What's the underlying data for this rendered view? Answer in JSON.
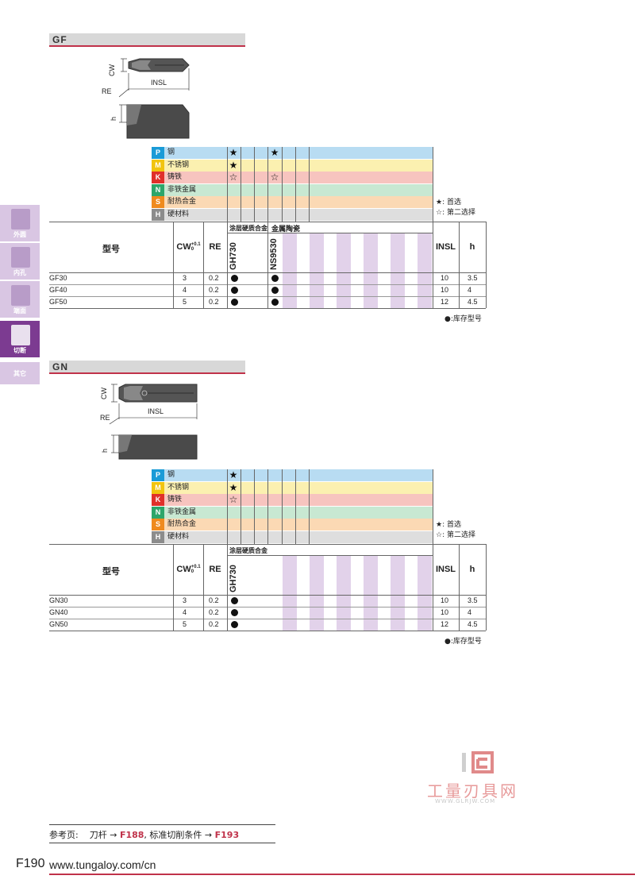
{
  "sections": [
    {
      "name": "GF",
      "materials": [
        {
          "code": "P",
          "name": "钢",
          "color": "#1a9bd7",
          "bg": "#b8dcf2",
          "c1": "★",
          "c2": "★"
        },
        {
          "code": "M",
          "name": "不锈钢",
          "color": "#f1c40f",
          "bg": "#fbf0b0",
          "c1": "★",
          "c2": ""
        },
        {
          "code": "K",
          "name": "铸铁",
          "color": "#e0302a",
          "bg": "#f7c4bf",
          "c1": "☆",
          "c2": "☆"
        },
        {
          "code": "N",
          "name": "非铁金属",
          "color": "#2da66a",
          "bg": "#c8e8d2",
          "c1": "",
          "c2": ""
        },
        {
          "code": "S",
          "name": "耐热合金",
          "color": "#ef8a1e",
          "bg": "#fbd9b4",
          "c1": "",
          "c2": ""
        },
        {
          "code": "H",
          "name": "硬材料",
          "color": "#8c8c8c",
          "bg": "#dedede",
          "c1": "",
          "c2": ""
        }
      ],
      "categories": [
        "涂层硬质合金",
        "金属陶瓷"
      ],
      "grades": [
        "GH730",
        "NS9530"
      ],
      "rows": [
        {
          "model": "GF30",
          "cw": "3",
          "re": "0.2",
          "insl": "10",
          "h": "3.5"
        },
        {
          "model": "GF40",
          "cw": "4",
          "re": "0.2",
          "insl": "10",
          "h": "4"
        },
        {
          "model": "GF50",
          "cw": "5",
          "re": "0.2",
          "insl": "12",
          "h": "4.5"
        }
      ]
    },
    {
      "name": "GN",
      "materials": [
        {
          "code": "P",
          "name": "钢",
          "color": "#1a9bd7",
          "bg": "#b8dcf2",
          "c1": "★",
          "c2": ""
        },
        {
          "code": "M",
          "name": "不锈钢",
          "color": "#f1c40f",
          "bg": "#fbf0b0",
          "c1": "★",
          "c2": ""
        },
        {
          "code": "K",
          "name": "铸铁",
          "color": "#e0302a",
          "bg": "#f7c4bf",
          "c1": "☆",
          "c2": ""
        },
        {
          "code": "N",
          "name": "非铁金属",
          "color": "#2da66a",
          "bg": "#c8e8d2",
          "c1": "",
          "c2": ""
        },
        {
          "code": "S",
          "name": "耐热合金",
          "color": "#ef8a1e",
          "bg": "#fbd9b4",
          "c1": "",
          "c2": ""
        },
        {
          "code": "H",
          "name": "硬材料",
          "color": "#8c8c8c",
          "bg": "#dedede",
          "c1": "",
          "c2": ""
        }
      ],
      "categories": [
        "涂层硬质合金"
      ],
      "grades": [
        "GH730"
      ],
      "rows": [
        {
          "model": "GN30",
          "cw": "3",
          "re": "0.2",
          "insl": "10",
          "h": "3.5"
        },
        {
          "model": "GN40",
          "cw": "4",
          "re": "0.2",
          "insl": "10",
          "h": "4"
        },
        {
          "model": "GN50",
          "cw": "5",
          "re": "0.2",
          "insl": "12",
          "h": "4.5"
        }
      ]
    }
  ],
  "table_headers": {
    "model": "型号",
    "cw": "CW",
    "cw_tol_upper": "+0.1",
    "cw_tol_lower": "0",
    "re": "RE",
    "insl": "INSL",
    "h": "h"
  },
  "diagram_labels": {
    "cw": "CW",
    "re": "RE",
    "insl": "INSL",
    "h": "h"
  },
  "legend": {
    "first_choice": "★: 首选",
    "second_choice": "☆: 第二选择",
    "stock": "●:库存型号"
  },
  "sidebar": [
    {
      "label": "外圆",
      "active": false
    },
    {
      "label": "内孔",
      "active": false
    },
    {
      "label": "端面",
      "active": false
    },
    {
      "label": "切断",
      "active": true
    },
    {
      "label": "其它",
      "active": false
    }
  ],
  "footer": {
    "ref_prefix": "参考页:",
    "ref_item1": "刀杆",
    "ref_page1": "F188",
    "ref_item2": "标准切削条件",
    "ref_page2": "F193",
    "page_number": "F190",
    "website": "www.tungaloy.com/cn"
  },
  "watermark": {
    "name": "工量刃具网",
    "url": "WWW.GLRJW.COM"
  },
  "colors": {
    "accent": "#c0324a",
    "purple": "#7c3b91",
    "grade_column": "#e2d2ea"
  }
}
